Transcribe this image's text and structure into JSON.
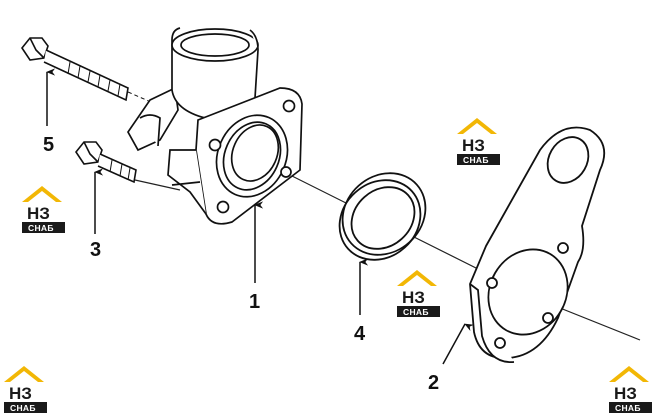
{
  "callouts": {
    "item1": "1",
    "item2": "2",
    "item3": "3",
    "item4": "4",
    "item5": "5"
  },
  "watermark": {
    "top": "НЗ",
    "bottom": "СНАБ",
    "roof_color": "#f2b705",
    "box_color": "#1a1a1a"
  }
}
